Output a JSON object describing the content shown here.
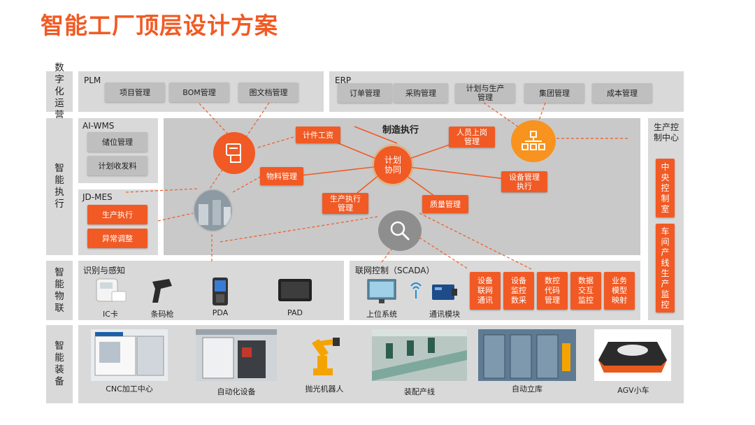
{
  "title": "智能工厂顶层设计方案",
  "colors": {
    "accent": "#f15a24",
    "panel": "#d9d9d9",
    "panel_dark": "#c9c9c9",
    "button": "#bfbfbf",
    "orange_icon": "#f7931e"
  },
  "layers": {
    "digital_ops": "数字化运营",
    "smart_exec": "智能执行",
    "smart_iot": "智能物联",
    "smart_equip": "智能装备"
  },
  "plm": {
    "label": "PLM",
    "items": [
      "项目管理",
      "BOM管理",
      "图文档管理"
    ]
  },
  "erp": {
    "label": "ERP",
    "items": [
      "订单管理",
      "采购管理",
      "计划与生产管理",
      "集团管理",
      "成本管理"
    ]
  },
  "wms": {
    "label": "AI-WMS",
    "items": [
      "储位管理",
      "计划收发料"
    ]
  },
  "mes": {
    "label": "JD-MES",
    "items": [
      "生产执行",
      "异常调整"
    ]
  },
  "mfg": {
    "title": "制造执行",
    "center": "计划协同",
    "nodes": [
      "计件工资",
      "人员上岗管理",
      "物料管理",
      "设备管理执行",
      "生产执行管理",
      "质量管理"
    ]
  },
  "control_center": {
    "label": "生产控制中心",
    "items": [
      "中央控制室",
      "车间产线生产监控"
    ]
  },
  "sensing": {
    "label": "识别与感知",
    "devices": [
      "IC卡",
      "条码枪",
      "PDA",
      "PAD"
    ]
  },
  "scada": {
    "label": "联网控制（SCADA）",
    "devices": [
      "上位系统",
      "通讯模块"
    ],
    "functions": [
      "设备联网通讯",
      "设备监控数采",
      "数控代码管理",
      "数据交互监控",
      "业务模型映射"
    ]
  },
  "equipment": [
    "CNC加工中心",
    "自动化设备",
    "抛光机器人",
    "装配产线",
    "自动立库",
    "AGV小车"
  ]
}
